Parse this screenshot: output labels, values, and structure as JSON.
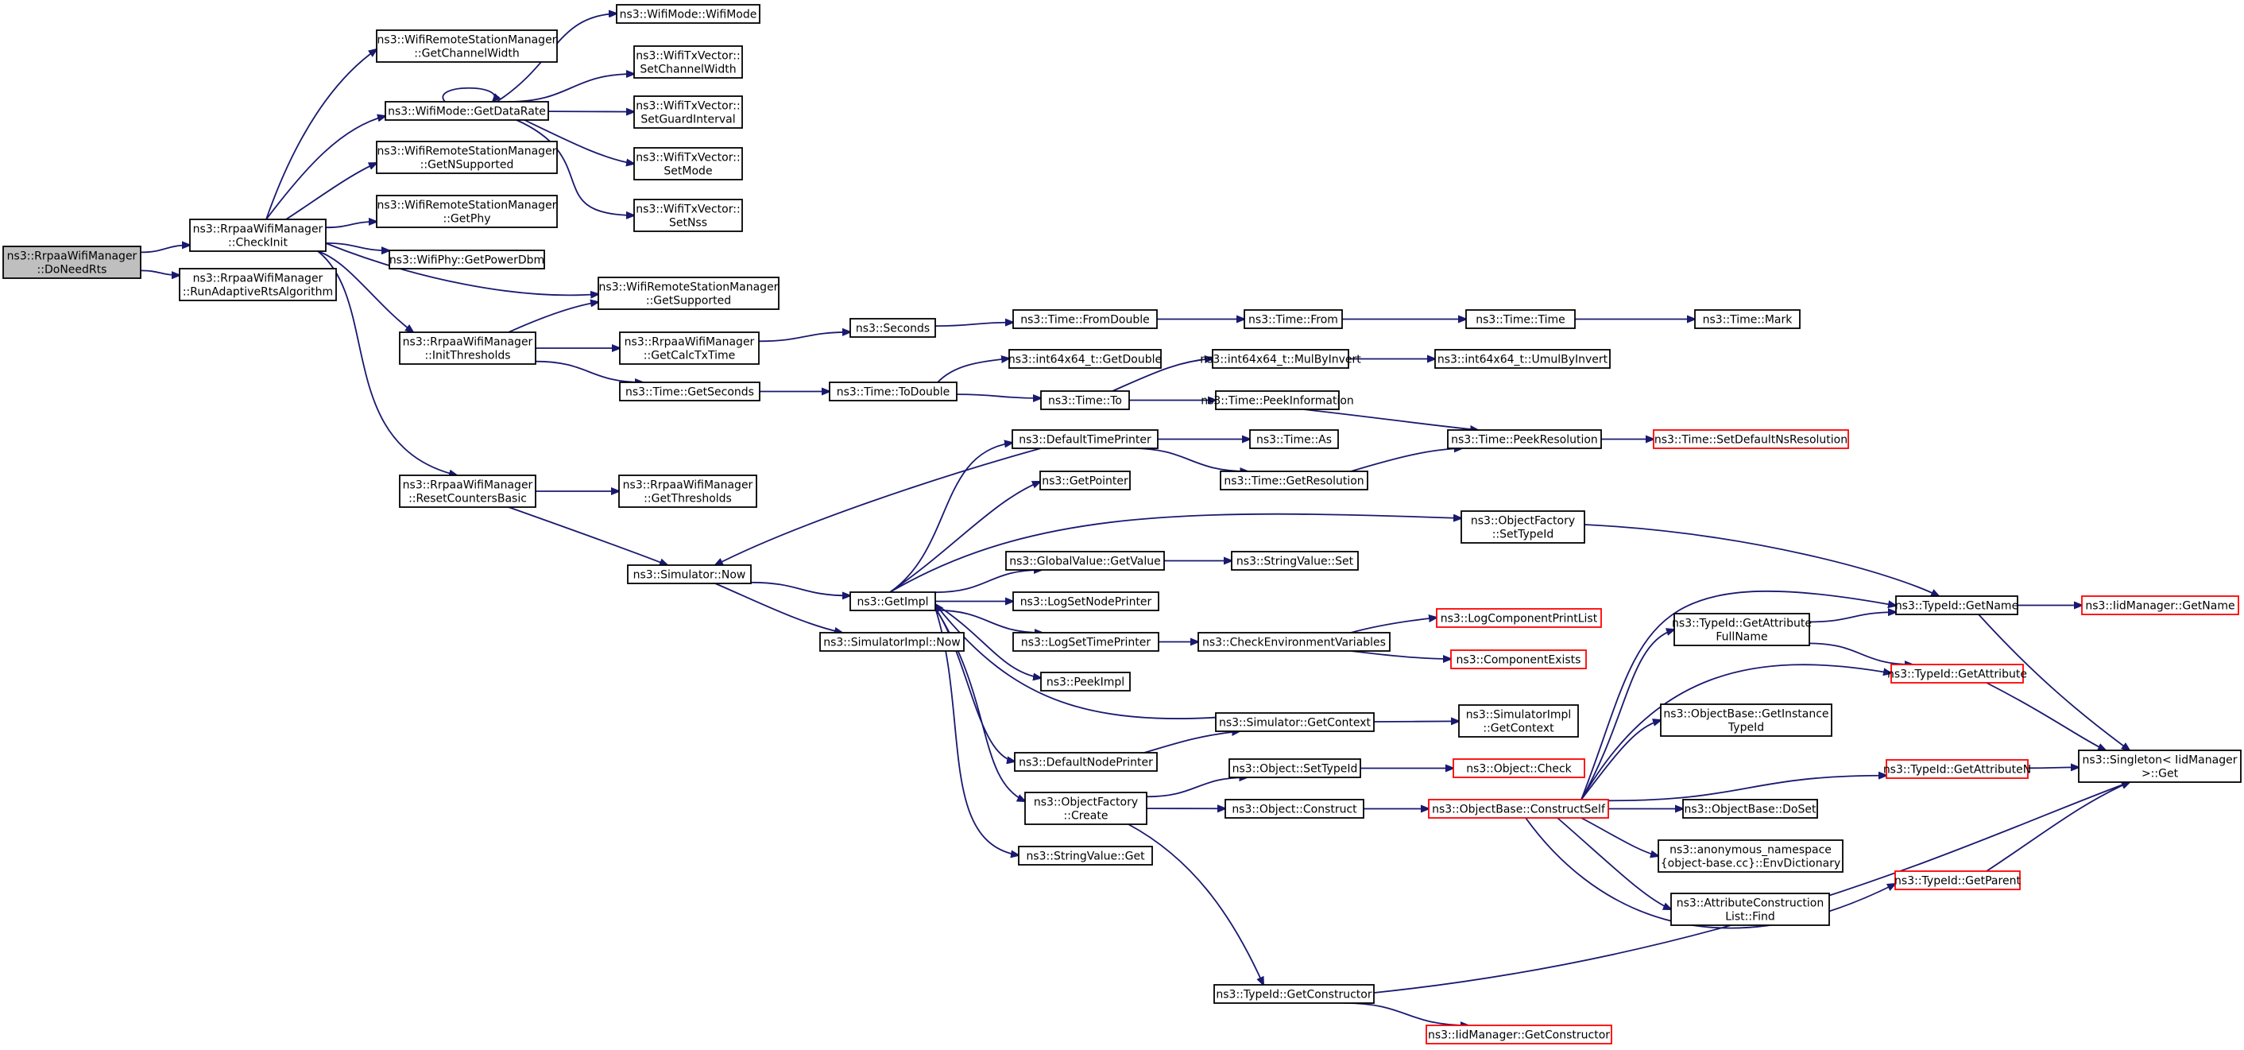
{
  "nodes": {
    "n0": [
      "ns3::RrpaaWifiManager",
      "::DoNeedRts"
    ],
    "n1": [
      "ns3::RrpaaWifiManager",
      "::CheckInit"
    ],
    "n2": [
      "ns3::RrpaaWifiManager",
      "::RunAdaptiveRtsAlgorithm"
    ],
    "n3": [
      "ns3::WifiRemoteStationManager",
      "::GetChannelWidth"
    ],
    "n4": [
      "ns3::WifiMode::GetDataRate"
    ],
    "n5": [
      "ns3::WifiRemoteStationManager",
      "::GetNSupported"
    ],
    "n6": [
      "ns3::WifiRemoteStationManager",
      "::GetPhy"
    ],
    "n7": [
      "ns3::WifiPhy::GetPowerDbm"
    ],
    "n8": [
      "ns3::WifiRemoteStationManager",
      "::GetSupported"
    ],
    "n9": [
      "ns3::RrpaaWifiManager",
      "::InitThresholds"
    ],
    "n10": [
      "ns3::RrpaaWifiManager",
      "::ResetCountersBasic"
    ],
    "n11": [
      "ns3::WifiMode::WifiMode"
    ],
    "n12": [
      "ns3::WifiTxVector::",
      "SetChannelWidth"
    ],
    "n13": [
      "ns3::WifiTxVector::",
      "SetGuardInterval"
    ],
    "n14": [
      "ns3::WifiTxVector::",
      "SetMode"
    ],
    "n15": [
      "ns3::WifiTxVector::",
      "SetNss"
    ],
    "n16": [
      "ns3::RrpaaWifiManager",
      "::GetCalcTxTime"
    ],
    "n17": [
      "ns3::Time::GetSeconds"
    ],
    "n18": [
      "ns3::Seconds"
    ],
    "n19": [
      "ns3::Time::FromDouble"
    ],
    "n20": [
      "ns3::Time::From"
    ],
    "n21": [
      "ns3::Time::Time"
    ],
    "n22": [
      "ns3::Time::Mark"
    ],
    "n23": [
      "ns3::Time::ToDouble"
    ],
    "n24": [
      "ns3::int64x64_t::GetDouble"
    ],
    "n25": [
      "ns3::Time::To"
    ],
    "n26": [
      "ns3::int64x64_t::MulByInvert"
    ],
    "n27": [
      "ns3::int64x64_t::UmulByInvert"
    ],
    "n28": [
      "ns3::Time::PeekInformation"
    ],
    "n29": [
      "ns3::Time::PeekResolution"
    ],
    "n30": [
      "ns3::Time::SetDefaultNsResolution"
    ],
    "n31": [
      "ns3::RrpaaWifiManager",
      "::GetThresholds"
    ],
    "n32": [
      "ns3::Simulator::Now"
    ],
    "n33": [
      "ns3::GetImpl"
    ],
    "n34": [
      "ns3::SimulatorImpl::Now"
    ],
    "n35": [
      "ns3::DefaultTimePrinter"
    ],
    "n36": [
      "ns3::Time::As"
    ],
    "n37": [
      "ns3::Time::GetResolution"
    ],
    "n38": [
      "ns3::GetPointer"
    ],
    "n39": [
      "ns3::ObjectFactory",
      "::SetTypeId"
    ],
    "n40": [
      "ns3::GlobalValue::GetValue"
    ],
    "n41": [
      "ns3::StringValue::Set"
    ],
    "n42": [
      "ns3::LogSetNodePrinter"
    ],
    "n43": [
      "ns3::LogSetTimePrinter"
    ],
    "n44": [
      "ns3::CheckEnvironmentVariables"
    ],
    "n45": [
      "ns3::LogComponentPrintList"
    ],
    "n46": [
      "ns3::ComponentExists"
    ],
    "n47": [
      "ns3::PeekImpl"
    ],
    "n48": [
      "ns3::Simulator::GetContext"
    ],
    "n49": [
      "ns3::SimulatorImpl",
      "::GetContext"
    ],
    "n50": [
      "ns3::DefaultNodePrinter"
    ],
    "n51": [
      "ns3::ObjectFactory",
      "::Create"
    ],
    "n52": [
      "ns3::Object::SetTypeId"
    ],
    "n53": [
      "ns3::Object::Check"
    ],
    "n54": [
      "ns3::Object::Construct"
    ],
    "n55": [
      "ns3::ObjectBase::ConstructSelf"
    ],
    "n56": [
      "ns3::StringValue::Get"
    ],
    "n57": [
      "ns3::TypeId::GetConstructor"
    ],
    "n58": [
      "ns3::IidManager::GetConstructor"
    ],
    "n59": [
      "ns3::TypeId::GetAttribute",
      "FullName"
    ],
    "n60": [
      "ns3::TypeId::GetName"
    ],
    "n61": [
      "ns3::IidManager::GetName"
    ],
    "n62": [
      "ns3::TypeId::GetAttribute"
    ],
    "n63": [
      "ns3::Singleton< IidManager",
      " >::Get"
    ],
    "n64": [
      "ns3::ObjectBase::GetInstance",
      "TypeId"
    ],
    "n65": [
      "ns3::TypeId::GetAttributeN"
    ],
    "n66": [
      "ns3::ObjectBase::DoSet"
    ],
    "n67": [
      "ns3::anonymous_namespace",
      "{object-base.cc}::EnvDictionary"
    ],
    "n68": [
      "ns3::AttributeConstruction",
      "List::Find"
    ],
    "n69": [
      "ns3::TypeId::GetParent"
    ]
  },
  "root_node": "n0",
  "truncated_nodes": [
    "n30",
    "n45",
    "n46",
    "n53",
    "n55",
    "n58",
    "n61",
    "n62",
    "n65",
    "n69"
  ],
  "edges": [
    [
      "n0",
      "n1"
    ],
    [
      "n0",
      "n2"
    ],
    [
      "n1",
      "n3"
    ],
    [
      "n1",
      "n4"
    ],
    [
      "n1",
      "n5"
    ],
    [
      "n1",
      "n6"
    ],
    [
      "n1",
      "n7"
    ],
    [
      "n1",
      "n8"
    ],
    [
      "n1",
      "n9"
    ],
    [
      "n1",
      "n10"
    ],
    [
      "n4",
      "n4"
    ],
    [
      "n4",
      "n11"
    ],
    [
      "n4",
      "n12"
    ],
    [
      "n4",
      "n13"
    ],
    [
      "n4",
      "n14"
    ],
    [
      "n4",
      "n15"
    ],
    [
      "n9",
      "n8"
    ],
    [
      "n9",
      "n16"
    ],
    [
      "n9",
      "n17"
    ],
    [
      "n16",
      "n18"
    ],
    [
      "n18",
      "n19"
    ],
    [
      "n19",
      "n20"
    ],
    [
      "n20",
      "n21"
    ],
    [
      "n21",
      "n22"
    ],
    [
      "n17",
      "n23"
    ],
    [
      "n23",
      "n24"
    ],
    [
      "n23",
      "n25"
    ],
    [
      "n25",
      "n26"
    ],
    [
      "n25",
      "n28"
    ],
    [
      "n26",
      "n27"
    ],
    [
      "n28",
      "n29"
    ],
    [
      "n29",
      "n30"
    ],
    [
      "n10",
      "n31"
    ],
    [
      "n10",
      "n32"
    ],
    [
      "n32",
      "n33"
    ],
    [
      "n32",
      "n34"
    ],
    [
      "n35",
      "n32"
    ],
    [
      "n35",
      "n36"
    ],
    [
      "n35",
      "n37"
    ],
    [
      "n37",
      "n29"
    ],
    [
      "n33",
      "n35"
    ],
    [
      "n33",
      "n38"
    ],
    [
      "n33",
      "n39"
    ],
    [
      "n33",
      "n40"
    ],
    [
      "n33",
      "n42"
    ],
    [
      "n33",
      "n43"
    ],
    [
      "n33",
      "n47"
    ],
    [
      "n33",
      "n50"
    ],
    [
      "n33",
      "n51"
    ],
    [
      "n33",
      "n56"
    ],
    [
      "n40",
      "n41"
    ],
    [
      "n43",
      "n44"
    ],
    [
      "n44",
      "n45"
    ],
    [
      "n44",
      "n46"
    ],
    [
      "n48",
      "n33"
    ],
    [
      "n48",
      "n49"
    ],
    [
      "n50",
      "n48"
    ],
    [
      "n51",
      "n52"
    ],
    [
      "n51",
      "n54"
    ],
    [
      "n51",
      "n57"
    ],
    [
      "n52",
      "n53"
    ],
    [
      "n54",
      "n55"
    ],
    [
      "n55",
      "n59"
    ],
    [
      "n55",
      "n60"
    ],
    [
      "n55",
      "n62"
    ],
    [
      "n55",
      "n64"
    ],
    [
      "n55",
      "n65"
    ],
    [
      "n55",
      "n66"
    ],
    [
      "n55",
      "n67"
    ],
    [
      "n55",
      "n68"
    ],
    [
      "n55",
      "n69"
    ],
    [
      "n59",
      "n60"
    ],
    [
      "n59",
      "n62"
    ],
    [
      "n39",
      "n60"
    ],
    [
      "n60",
      "n61"
    ],
    [
      "n60",
      "n63"
    ],
    [
      "n62",
      "n63"
    ],
    [
      "n65",
      "n63"
    ],
    [
      "n69",
      "n63"
    ],
    [
      "n57",
      "n58"
    ],
    [
      "n57",
      "n63"
    ]
  ]
}
